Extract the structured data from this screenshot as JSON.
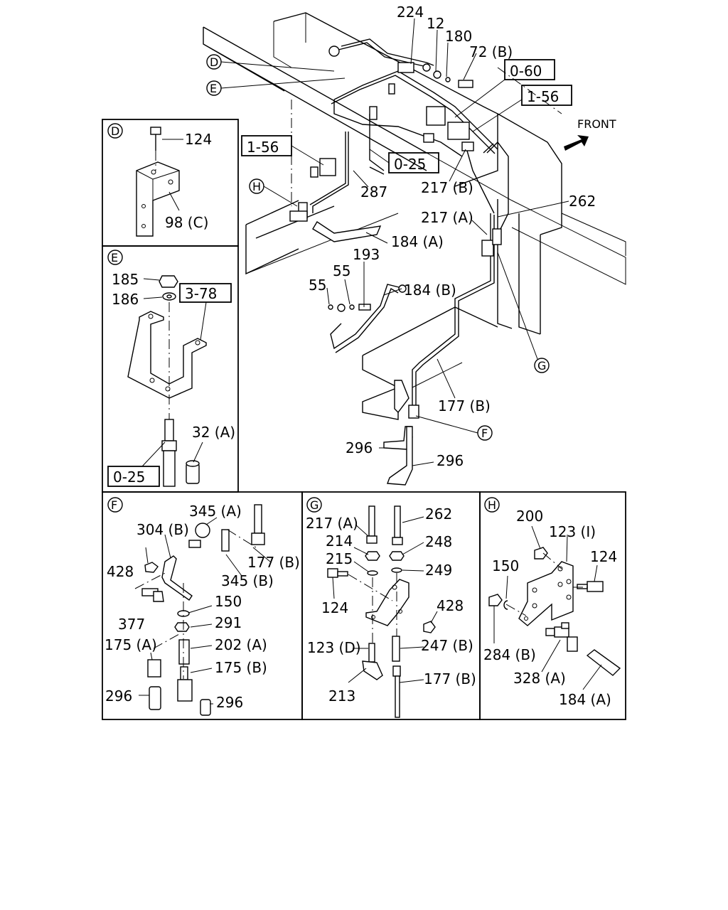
{
  "main": {
    "front_label": "FRONT",
    "ref_boxes": [
      "0-60",
      "1-56",
      "1-56",
      "0-25"
    ],
    "circle_refs": [
      "D",
      "E",
      "H",
      "G",
      "F"
    ],
    "labels": [
      "224",
      "12",
      "180",
      "72 (B)",
      "217 (B)",
      "262",
      "217 (A)",
      "287",
      "184 (A)",
      "193",
      "55",
      "55",
      "184 (B)",
      "177 (B)",
      "296",
      "296"
    ]
  },
  "detail_D": {
    "title": "D",
    "labels": [
      "124",
      "98 (C)"
    ]
  },
  "detail_E": {
    "title": "E",
    "ref_boxes": [
      "3-78",
      "0-25"
    ],
    "labels": [
      "185",
      "186",
      "32 (A)"
    ]
  },
  "detail_F": {
    "title": "F",
    "labels": [
      "345 (A)",
      "304 (B)",
      "428",
      "177 (B)",
      "345 (B)",
      "150",
      "377",
      "291",
      "175 (A)",
      "202 (A)",
      "175 (B)",
      "296",
      "296"
    ]
  },
  "detail_G": {
    "title": "G",
    "labels": [
      "217 (A)",
      "262",
      "214",
      "248",
      "215",
      "249",
      "124",
      "428",
      "123 (D)",
      "247 (B)",
      "213",
      "177 (B)"
    ]
  },
  "detail_H": {
    "title": "H",
    "labels": [
      "200",
      "123 (I)",
      "150",
      "124",
      "284 (B)",
      "328 (A)",
      "184 (A)"
    ]
  }
}
